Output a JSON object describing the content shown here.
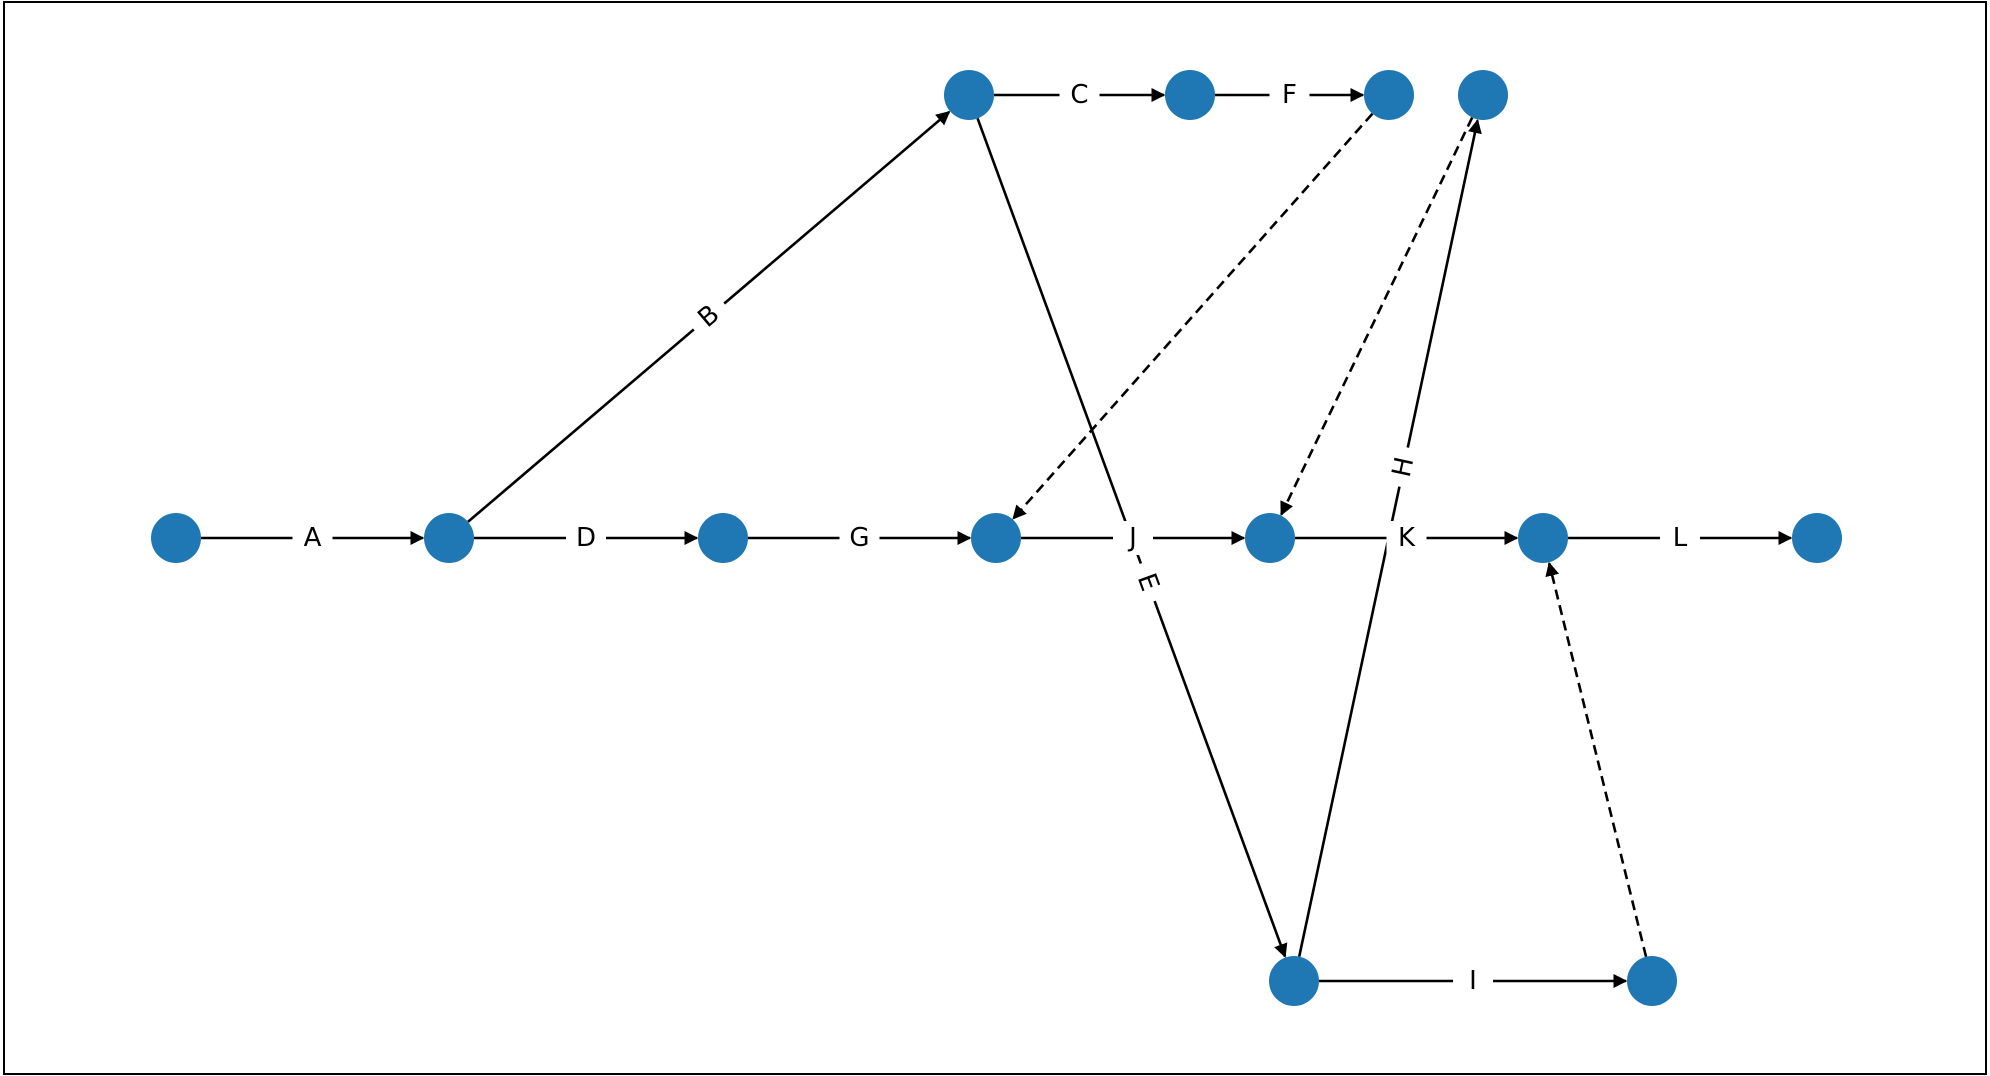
{
  "diagram": {
    "type": "activity-on-arrow network",
    "node_color": "#1f77b4",
    "edge_color": "#000000",
    "nodes": [
      {
        "id": "n1"
      },
      {
        "id": "n2"
      },
      {
        "id": "n3"
      },
      {
        "id": "n4"
      },
      {
        "id": "n5"
      },
      {
        "id": "n6"
      },
      {
        "id": "n7"
      },
      {
        "id": "n8"
      },
      {
        "id": "n9"
      },
      {
        "id": "n10"
      },
      {
        "id": "n11"
      },
      {
        "id": "n12"
      },
      {
        "id": "n13"
      }
    ],
    "edges": [
      {
        "id": "e-A",
        "from": "n1",
        "to": "n2",
        "label": "A",
        "dashed": false
      },
      {
        "id": "e-B",
        "from": "n2",
        "to": "n5",
        "label": "B",
        "dashed": false
      },
      {
        "id": "e-D",
        "from": "n2",
        "to": "n3",
        "label": "D",
        "dashed": false
      },
      {
        "id": "e-G",
        "from": "n3",
        "to": "n4",
        "label": "G",
        "dashed": false
      },
      {
        "id": "e-C",
        "from": "n5",
        "to": "n6",
        "label": "C",
        "dashed": false
      },
      {
        "id": "e-F",
        "from": "n6",
        "to": "n7",
        "label": "F",
        "dashed": false
      },
      {
        "id": "e-E",
        "from": "n5",
        "to": "n12",
        "label": "E",
        "dashed": false
      },
      {
        "id": "e-J",
        "from": "n4",
        "to": "n9",
        "label": "J",
        "dashed": false
      },
      {
        "id": "e-K",
        "from": "n9",
        "to": "n10",
        "label": "K",
        "dashed": false
      },
      {
        "id": "e-H",
        "from": "n12",
        "to": "n8",
        "label": "H",
        "dashed": false
      },
      {
        "id": "e-I",
        "from": "n12",
        "to": "n13",
        "label": "I",
        "dashed": false
      },
      {
        "id": "e-L",
        "from": "n10",
        "to": "n11",
        "label": "L",
        "dashed": false
      },
      {
        "id": "e-d1",
        "from": "n7",
        "to": "n4",
        "label": "",
        "dashed": true
      },
      {
        "id": "e-d2",
        "from": "n8",
        "to": "n9",
        "label": "",
        "dashed": true
      },
      {
        "id": "e-d3",
        "from": "n13",
        "to": "n10",
        "label": "",
        "dashed": true
      }
    ]
  }
}
